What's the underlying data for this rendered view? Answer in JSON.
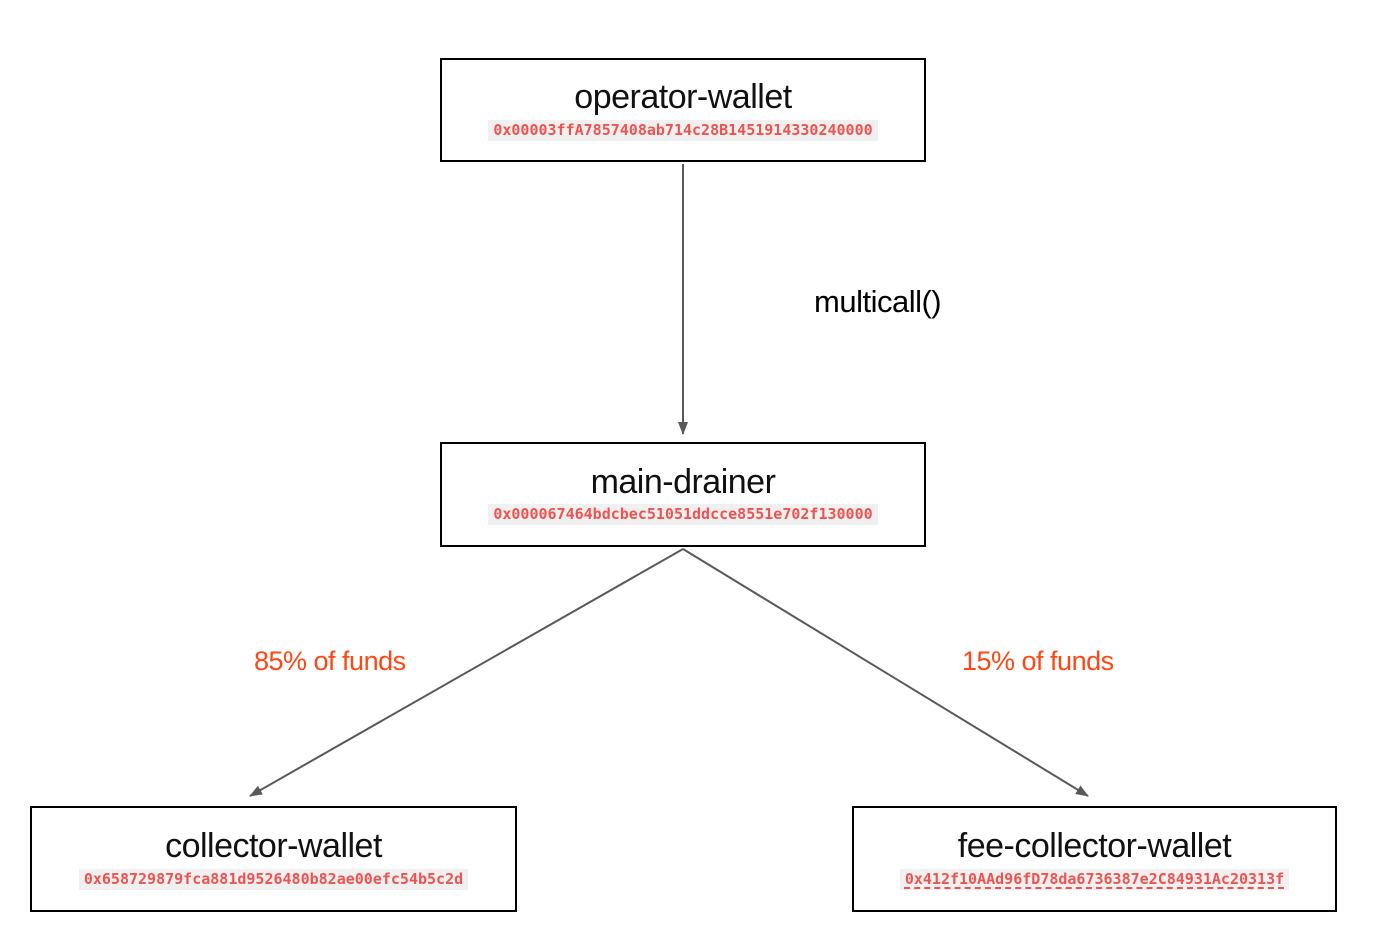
{
  "diagram": {
    "nodes": {
      "operator": {
        "label": "operator-wallet",
        "address": "0x00003ffA7857408ab714c28B1451914330240000"
      },
      "drainer": {
        "label": "main-drainer",
        "address": "0x000067464bdcbec51051ddcce8551e702f130000"
      },
      "collector": {
        "label": "collector-wallet",
        "address": "0x658729879fca881d9526480b82ae00efc54b5c2d"
      },
      "fee_collector": {
        "label": "fee-collector-wallet",
        "address": "0x412f10AAd96fD78da6736387e2C84931Ac20313f"
      }
    },
    "edges": {
      "multicall": {
        "label": "multicall()",
        "color": "#000000"
      },
      "to_collector": {
        "label": "85% of funds",
        "color": "#ff4713"
      },
      "to_fee_collector": {
        "label": "15% of funds",
        "color": "#ff4713"
      }
    },
    "colors": {
      "address_text": "#ef5350",
      "address_highlight": "#f0f0f0",
      "arrow": "#595959",
      "box_border": "#000000",
      "background": "#ffffff"
    }
  }
}
